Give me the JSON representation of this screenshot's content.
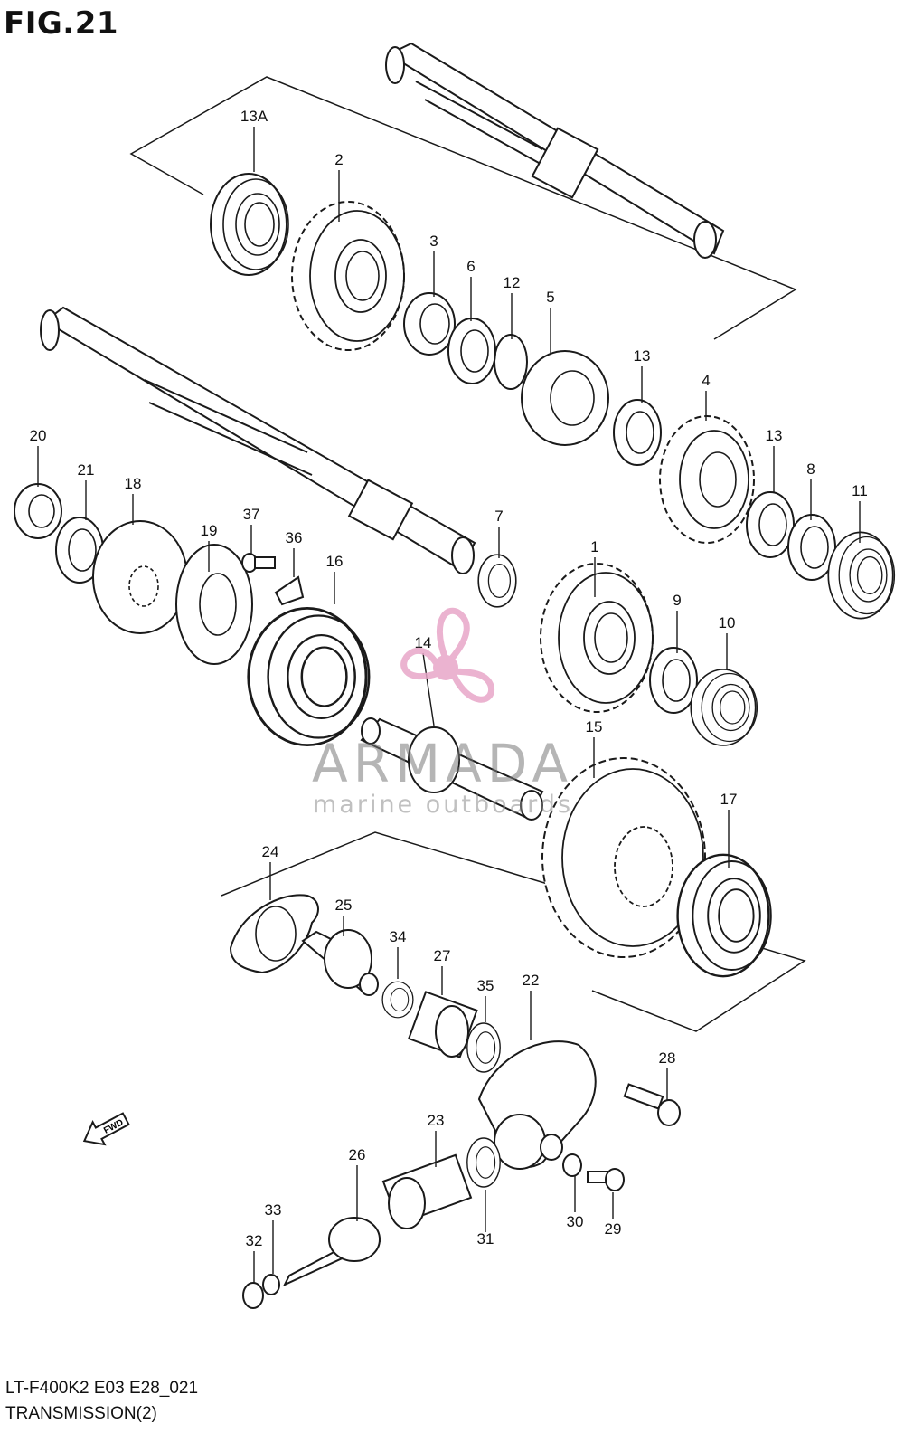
{
  "figure": {
    "title": "FIG.21",
    "code": "LT-F400K2 E03 E28_021",
    "name": "TRANSMISSION(2)"
  },
  "watermark": {
    "name": "ARMADA",
    "tagline": "marine outboards",
    "logo_color": "#e8a6c8"
  },
  "direction_indicator": {
    "label": "FWD"
  },
  "callouts": [
    "13A",
    "2",
    "3",
    "6",
    "12",
    "5",
    "13",
    "4",
    "13",
    "8",
    "11",
    "20",
    "21",
    "18",
    "19",
    "37",
    "36",
    "16",
    "7",
    "1",
    "9",
    "10",
    "14",
    "15",
    "17",
    "24",
    "25",
    "34",
    "27",
    "35",
    "22",
    "28",
    "23",
    "26",
    "33",
    "32",
    "31",
    "30",
    "29"
  ],
  "colors": {
    "line": "#1a1a1a",
    "background": "#ffffff"
  }
}
